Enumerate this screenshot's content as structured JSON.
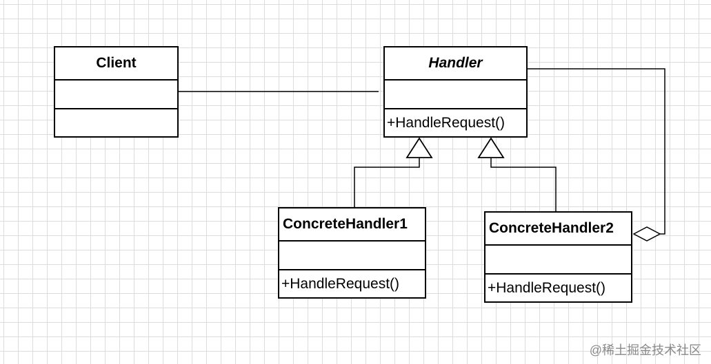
{
  "classes": {
    "client": {
      "name": "Client"
    },
    "handler": {
      "name": "Handler",
      "operation": "+HandleRequest()"
    },
    "concrete_handler_1": {
      "name": "ConcreteHandler1",
      "operation": "+HandleRequest()"
    },
    "concrete_handler_2": {
      "name": "ConcreteHandler2",
      "operation": "+HandleRequest()"
    }
  },
  "watermark": "@稀土掘金技术社区"
}
